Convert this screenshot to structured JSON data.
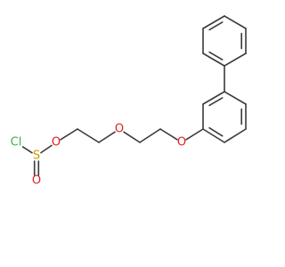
{
  "molecule": {
    "atoms": [
      {
        "id": "cl",
        "label": "Cl",
        "color": "#3cb043"
      },
      {
        "id": "s",
        "label": "S",
        "color": "#c8a000"
      },
      {
        "id": "o_double",
        "label": "O",
        "color": "#e02020"
      },
      {
        "id": "o_ester",
        "label": "O",
        "color": "#e02020"
      },
      {
        "id": "o_ether",
        "label": "O",
        "color": "#e02020"
      },
      {
        "id": "o_aryl",
        "label": "O",
        "color": "#e02020"
      }
    ],
    "bond_color": "#3a3a3a"
  }
}
